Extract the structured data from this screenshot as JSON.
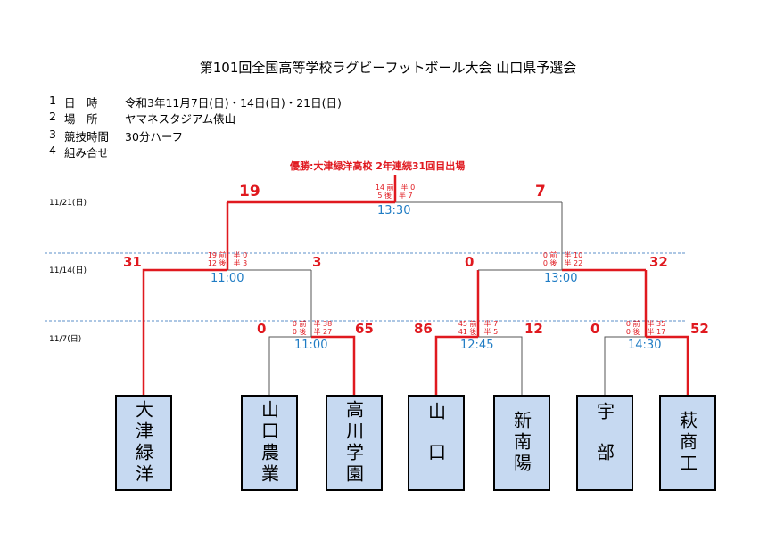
{
  "title": "第101回全国高等学校ラグビーフットボール大会 山口県予選会",
  "info": [
    {
      "num": "1",
      "label": "日　時",
      "value": "令和3年11月7日(日)・14日(日)・21日(日)"
    },
    {
      "num": "2",
      "label": "場　所",
      "value": "ヤマネスタジアム俵山"
    },
    {
      "num": "3",
      "label": "競技時間",
      "value": "30分ハーフ"
    },
    {
      "num": "4",
      "label": "組み合せ",
      "value": ""
    }
  ],
  "champion": "優勝:大津緑洋高校 2年連続31回目出場",
  "dates": {
    "final": "11/21(日)",
    "semi": "11/14(日)",
    "first": "11/7(日)"
  },
  "teams": [
    "大津緑洋",
    "山口農業",
    "高川学園",
    "山口",
    "新南陽",
    "宇部",
    "萩商工"
  ],
  "matches": {
    "m1": {
      "left_score": "0",
      "right_score": "65",
      "time": "11:00",
      "half": {
        "left": [
          "0",
          "0"
        ],
        "right": [
          "38",
          "27"
        ]
      }
    },
    "m2": {
      "left_score": "86",
      "right_score": "12",
      "time": "12:45",
      "half": {
        "left": [
          "45",
          "41"
        ],
        "right": [
          "7",
          "5"
        ]
      }
    },
    "m3": {
      "left_score": "0",
      "right_score": "52",
      "time": "14:30",
      "half": {
        "left": [
          "0",
          "0"
        ],
        "right": [
          "35",
          "17"
        ]
      }
    },
    "sf1": {
      "left_score": "31",
      "right_score": "3",
      "time": "11:00",
      "half": {
        "left": [
          "19",
          "12"
        ],
        "right": [
          "0",
          "3"
        ]
      }
    },
    "sf2": {
      "left_score": "0",
      "right_score": "32",
      "time": "13:00",
      "half": {
        "left": [
          "0",
          "0"
        ],
        "right": [
          "10",
          "22"
        ]
      }
    },
    "final": {
      "left_score": "19",
      "right_score": "7",
      "time": "13:30",
      "half": {
        "left": [
          "14",
          "5"
        ],
        "right": [
          "0",
          "7"
        ]
      }
    }
  },
  "half_labels": {
    "first": "前　半",
    "second": "後　半"
  },
  "colors": {
    "winner_line": "#e0191f",
    "loser_line": "#555555",
    "team_fill": "#c6d9f1",
    "time_text": "#1f7cc4"
  }
}
